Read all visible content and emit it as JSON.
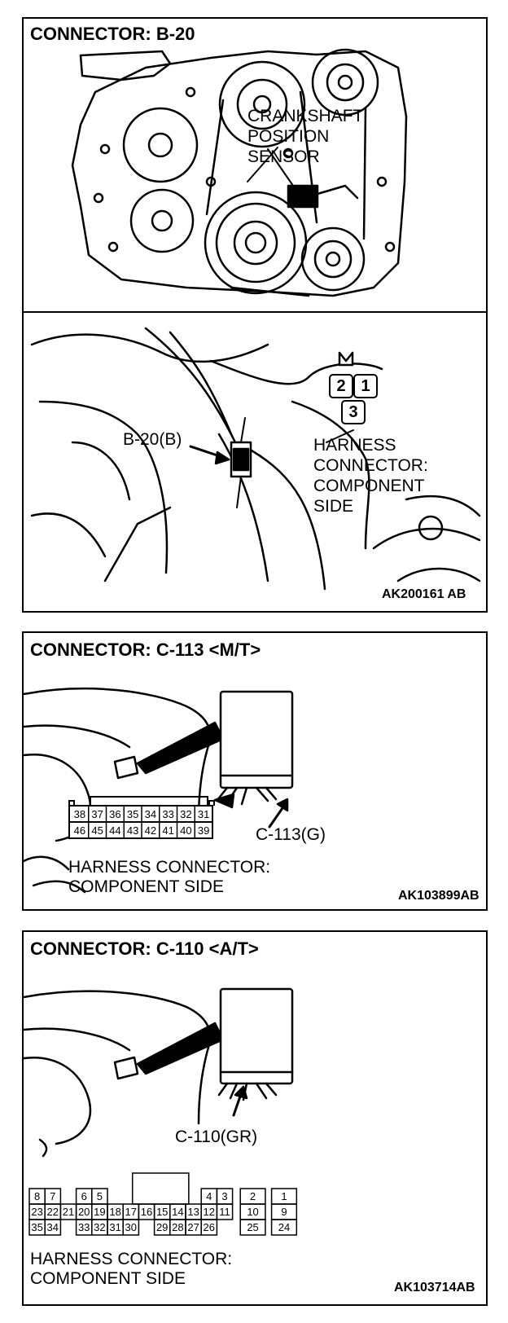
{
  "panel1": {
    "title": "CONNECTOR: B-20",
    "sensor_lines": [
      "CRANKSHAFT",
      "POSITION",
      "SENSOR"
    ],
    "callout": "B-20(B)",
    "pins": [
      "2",
      "1",
      "3"
    ],
    "side_lines": [
      "HARNESS",
      "CONNECTOR:",
      "COMPONENT",
      "SIDE"
    ],
    "code": "AK200161 AB"
  },
  "panel2": {
    "title": "CONNECTOR: C-113 <M/T>",
    "callout": "C-113(G)",
    "row1": [
      "38",
      "37",
      "36",
      "35",
      "34",
      "33",
      "32",
      "31"
    ],
    "row2": [
      "46",
      "45",
      "44",
      "43",
      "42",
      "41",
      "40",
      "39"
    ],
    "side_lines": [
      "HARNESS CONNECTOR:",
      "COMPONENT SIDE"
    ],
    "code": "AK103899AB"
  },
  "panel3": {
    "title": "CONNECTOR: C-110 <A/T>",
    "callout": "C-110(GR)",
    "row1": [
      "8",
      "7",
      "6",
      "5",
      "4",
      "3",
      "2",
      "1"
    ],
    "row2": [
      "23",
      "22",
      "21",
      "20",
      "19",
      "18",
      "17",
      "16",
      "15",
      "14",
      "13",
      "12",
      "11",
      "10",
      "9"
    ],
    "row3": [
      "35",
      "34",
      "33",
      "32",
      "31",
      "30",
      "29",
      "28",
      "27",
      "26",
      "25",
      "24"
    ],
    "side_lines": [
      "HARNESS CONNECTOR:",
      "COMPONENT SIDE"
    ],
    "code": "AK103714AB"
  }
}
